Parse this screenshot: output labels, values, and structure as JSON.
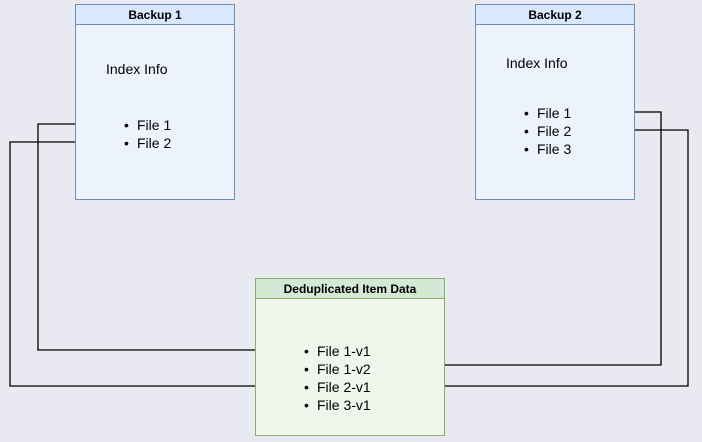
{
  "page": {
    "background": "#e9e9f1"
  },
  "boxes": {
    "backup1": {
      "title": "Backup 1",
      "index_label": "Index Info",
      "items": [
        "File 1",
        "File 2"
      ]
    },
    "backup2": {
      "title": "Backup 2",
      "index_label": "Index Info",
      "items": [
        "File 1",
        "File 2",
        "File 3"
      ]
    },
    "dedup": {
      "title": "Deduplicated Item Data",
      "items": [
        "File 1-v1",
        "File 1-v2",
        "File 2-v1",
        "File 3-v1"
      ]
    }
  },
  "edges": [
    {
      "from": "Backup 1 / File 1",
      "to": "Deduplicated Item Data / File 1-v1"
    },
    {
      "from": "Backup 1 / File 2",
      "to": "Deduplicated Item Data / File 2-v1"
    },
    {
      "from": "Backup 2 / File 1",
      "to": "Deduplicated Item Data / File 1-v2"
    },
    {
      "from": "Backup 2 / File 2",
      "to": "Deduplicated Item Data / File 2-v1"
    }
  ],
  "colors": {
    "page_bg": "#e9e9f1",
    "backup_border": "#6c8ebf",
    "backup_header": "#dae8fc",
    "backup_body": "#edf3fc",
    "dedup_border": "#82b366",
    "dedup_header": "#d5e8d4",
    "dedup_body": "#eff7ed",
    "arrow": "#000000"
  }
}
